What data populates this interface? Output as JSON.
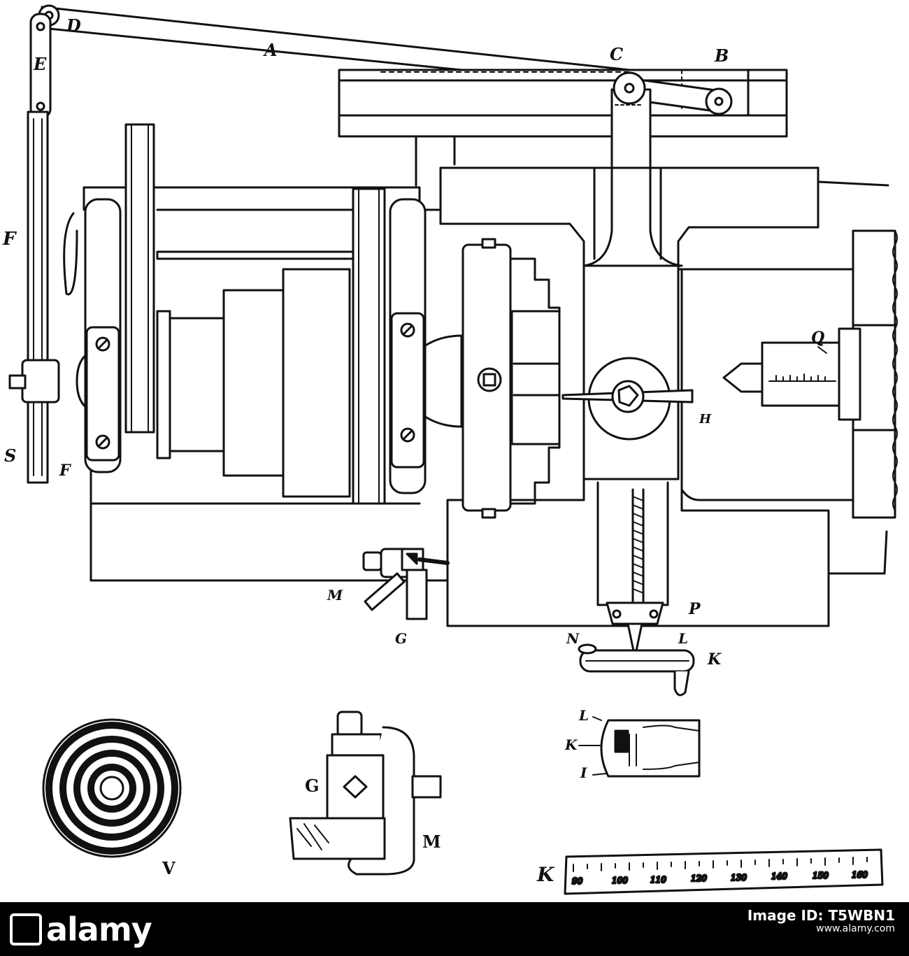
{
  "labels": {
    "A": "A",
    "B": "B",
    "C": "C",
    "D": "D",
    "E": "E",
    "F_top": "F",
    "F_bottom": "F",
    "S": "S",
    "Q": "Q",
    "H": "H",
    "M_main": "M",
    "G_main": "G",
    "P": "P",
    "N": "N",
    "L_main": "L",
    "K_main": "K",
    "L_detail": "L",
    "K_detail": "K",
    "I_detail": "I",
    "G_clamp": "G",
    "M_clamp": "M",
    "V": "V",
    "K_scale": "K"
  },
  "scale_ticks": [
    "90",
    "100",
    "110",
    "120",
    "130",
    "140",
    "150",
    "160"
  ],
  "footer": {
    "brand": "alamy",
    "image_id_label": "Image ID: T5WBN1",
    "site": "www.alamy.com"
  }
}
